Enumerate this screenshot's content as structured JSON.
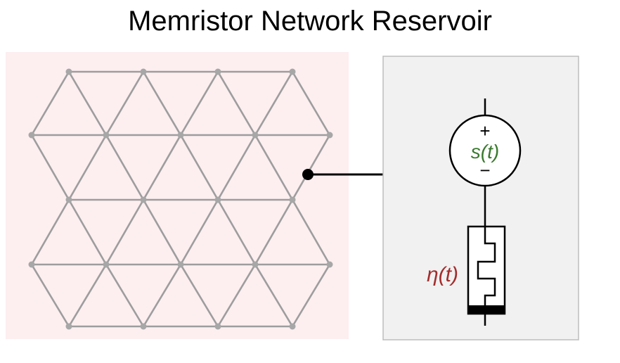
{
  "title": "Memristor Network Reservoir",
  "source": {
    "label": "s(t)",
    "plus": "+",
    "minus": "−"
  },
  "memristor": {
    "label": "η(t)"
  },
  "colors": {
    "network_bg": "#fdeef0",
    "panel_bg": "#f1f1f1",
    "panel_border": "#bdbdbd",
    "edge": "#9d9d9d",
    "node": "#a7a7a7",
    "wire": "#000000",
    "source_label": "#3a7a2e",
    "memristor_label": "#a32d2d"
  }
}
